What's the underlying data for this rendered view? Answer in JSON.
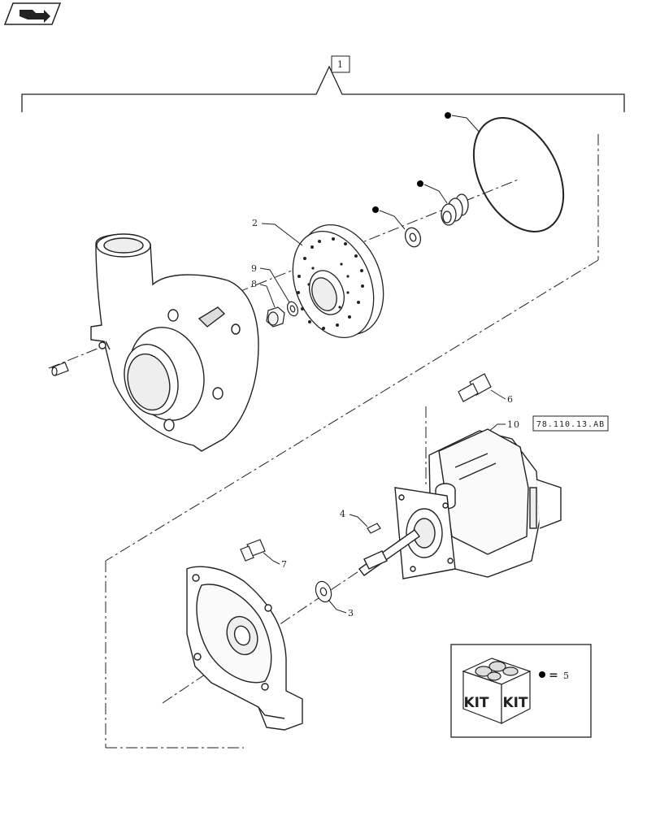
{
  "toolbar": {
    "nav_icon": "book-arrow-icon"
  },
  "assembly_label": "1",
  "callouts": {
    "c2": "2",
    "c3": "3",
    "c4": "4",
    "c6": "6",
    "c7": "7",
    "c8": "8",
    "c9": "9",
    "c10": "10"
  },
  "reference_box": "78.110.13.AB",
  "kit_legend": {
    "kit_text_a": "KIT",
    "kit_text_b": "KIT",
    "equals": "=",
    "kit_item": "5",
    "bullet_color": "#000000"
  },
  "colors": {
    "line": "#222222",
    "fill": "#ffffff"
  }
}
